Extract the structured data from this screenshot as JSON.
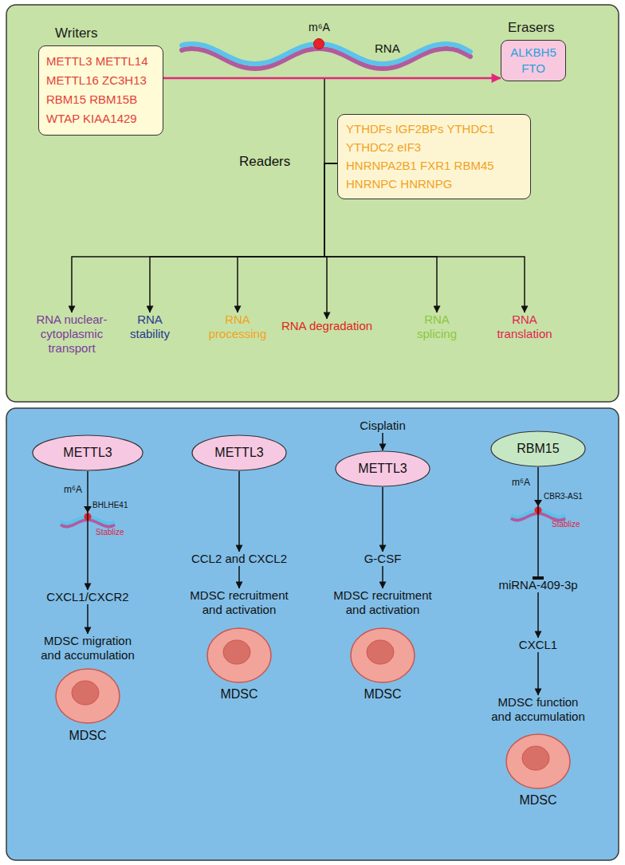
{
  "diagram": {
    "nodes": [
      {
        "text": [
          "Writers",
          "METTL3 METTL14 METTL16 ZC3H13 RBM15 RBM15B WTAP KIAA1429"
        ]
      },
      {
        "text": [
          "Erasers",
          "ALKBH5 FTO"
        ]
      },
      {
        "text": [
          "YTHDFs IGF2BPs YTHDC1",
          "YTHDC2 eIF3",
          "HNRNPA2B1 FXR1 RBM45",
          "HNRNPC HNRNPG"
        ]
      },
      {
        "text": [
          "RNA nuclear-cytoplasmic transport"
        ]
      },
      {
        "text": [
          "RNA stability"
        ]
      },
      {
        "text": [
          "RNA processing"
        ]
      },
      {
        "text": [
          "RNA degradation"
        ]
      },
      {
        "text": [
          "RNA splicing"
        ]
      },
      {
        "text": [
          "RNA translation"
        ]
      },
      {
        "text": [
          "METTL3"
        ]
      },
      {
        "text": [
          "CXCL1/CXCR2"
        ]
      },
      {
        "text": [
          "MDSC migration and accumulation"
        ]
      },
      {
        "text": [
          "METTL3"
        ]
      },
      {
        "text": [
          "CCL2 and CXCL2"
        ]
      },
      {
        "text": [
          "MDSC recruitment and activation"
        ]
      },
      {
        "text": [
          "Cisplatin"
        ]
      },
      {
        "text": [
          "METTL3"
        ]
      },
      {
        "text": [
          "G-CSF"
        ]
      },
      {
        "text": [
          "MDSC recruitment and activation"
        ]
      },
      {
        "text": [
          "RBM15"
        ]
      },
      {
        "text": [
          "miRNA-409-3p"
        ]
      },
      {
        "text": [
          "CXCL1"
        ]
      },
      {
        "text": [
          "MDSC function and accumulation"
        ]
      }
    ],
    "edges": [
      {
        "from": 0,
        "to": 1,
        "arrow": "to"
      },
      {
        "from": 2,
        "to": 3,
        "arrow": "to"
      },
      {
        "from": 2,
        "to": 4,
        "arrow": "to"
      },
      {
        "from": 2,
        "to": 5,
        "arrow": "to"
      },
      {
        "from": 2,
        "to": 6,
        "arrow": "to"
      },
      {
        "from": 2,
        "to": 7,
        "arrow": "to"
      },
      {
        "from": 2,
        "to": 8,
        "arrow": "to"
      },
      {
        "from": 9,
        "to": 10,
        "arrow": "to"
      },
      {
        "from": 10,
        "to": 11,
        "arrow": "to"
      },
      {
        "from": 12,
        "to": 13,
        "arrow": "to"
      },
      {
        "from": 13,
        "to": 14,
        "arrow": "to"
      },
      {
        "from": 15,
        "to": 16,
        "arrow": "to"
      },
      {
        "from": 16,
        "to": 17,
        "arrow": "to"
      },
      {
        "from": 17,
        "to": 18,
        "arrow": "to"
      },
      {
        "from": 19,
        "to": 20,
        "arrow": "to"
      },
      {
        "from": 20,
        "to": 21,
        "arrow": "to"
      },
      {
        "from": 21,
        "to": 22,
        "arrow": "to"
      }
    ],
    "labels": [
      "m⁶A",
      "RNA",
      "Readers",
      "m⁶A",
      "BHLHE41",
      "Stablize",
      "MDSC",
      "MDSC",
      "MDSC",
      "m⁶A",
      "CBR3-AS1",
      "Stablize",
      "MDSC"
    ]
  }
}
